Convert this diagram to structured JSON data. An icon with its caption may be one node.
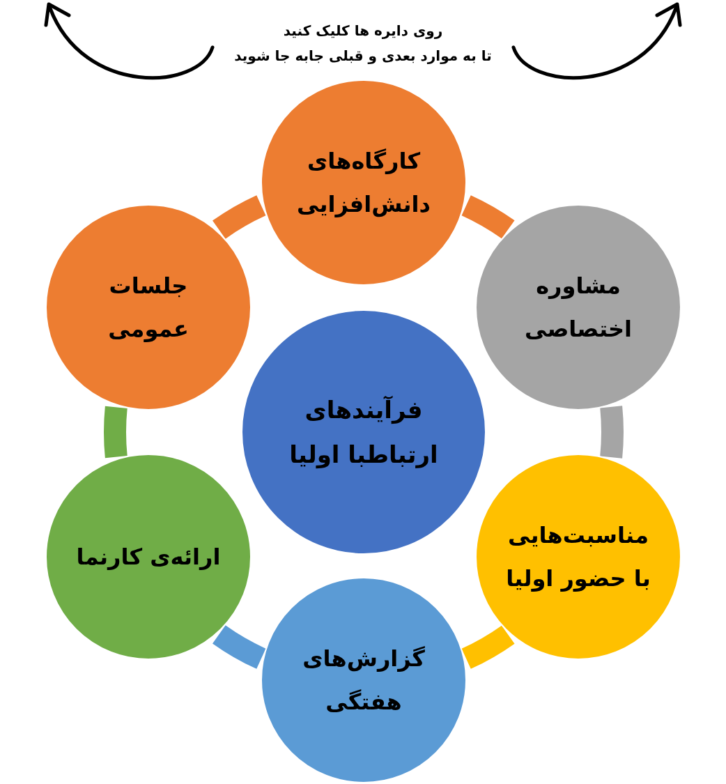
{
  "diagram": {
    "nodes": [
      {
        "text": [
          "فرآیندهای ارتباطبا اولیا"
        ]
      },
      {
        "text": [
          "کارگاه‌های دانش‌افزایی"
        ]
      },
      {
        "text": [
          "مشاوره اختصاصی"
        ]
      },
      {
        "text": [
          "مناسبت‌هایی با حضور اولیا"
        ]
      },
      {
        "text": [
          "گزارش‌های هفتگی"
        ]
      },
      {
        "text": [
          "ارائه‌ی کارنما"
        ]
      },
      {
        "text": [
          "جلسات عمومی"
        ]
      }
    ],
    "edges": [
      {
        "from": 1,
        "to": 2,
        "arrow": "none",
        "color": "#ed7d31"
      },
      {
        "from": 2,
        "to": 3,
        "arrow": "none",
        "color": "#a5a5a5"
      },
      {
        "from": 3,
        "to": 4,
        "arrow": "none",
        "color": "#ffc000"
      },
      {
        "from": 4,
        "to": 5,
        "arrow": "none",
        "color": "#5b9bd5"
      },
      {
        "from": 5,
        "to": 6,
        "arrow": "none",
        "color": "#70ad47"
      },
      {
        "from": 6,
        "to": 1,
        "arrow": "none",
        "color": "#ed7d31"
      }
    ],
    "labels": [
      "روی دایره ها کلیک کنید تا به موارد بعدی و قبلی جابه جا شوید"
    ]
  }
}
